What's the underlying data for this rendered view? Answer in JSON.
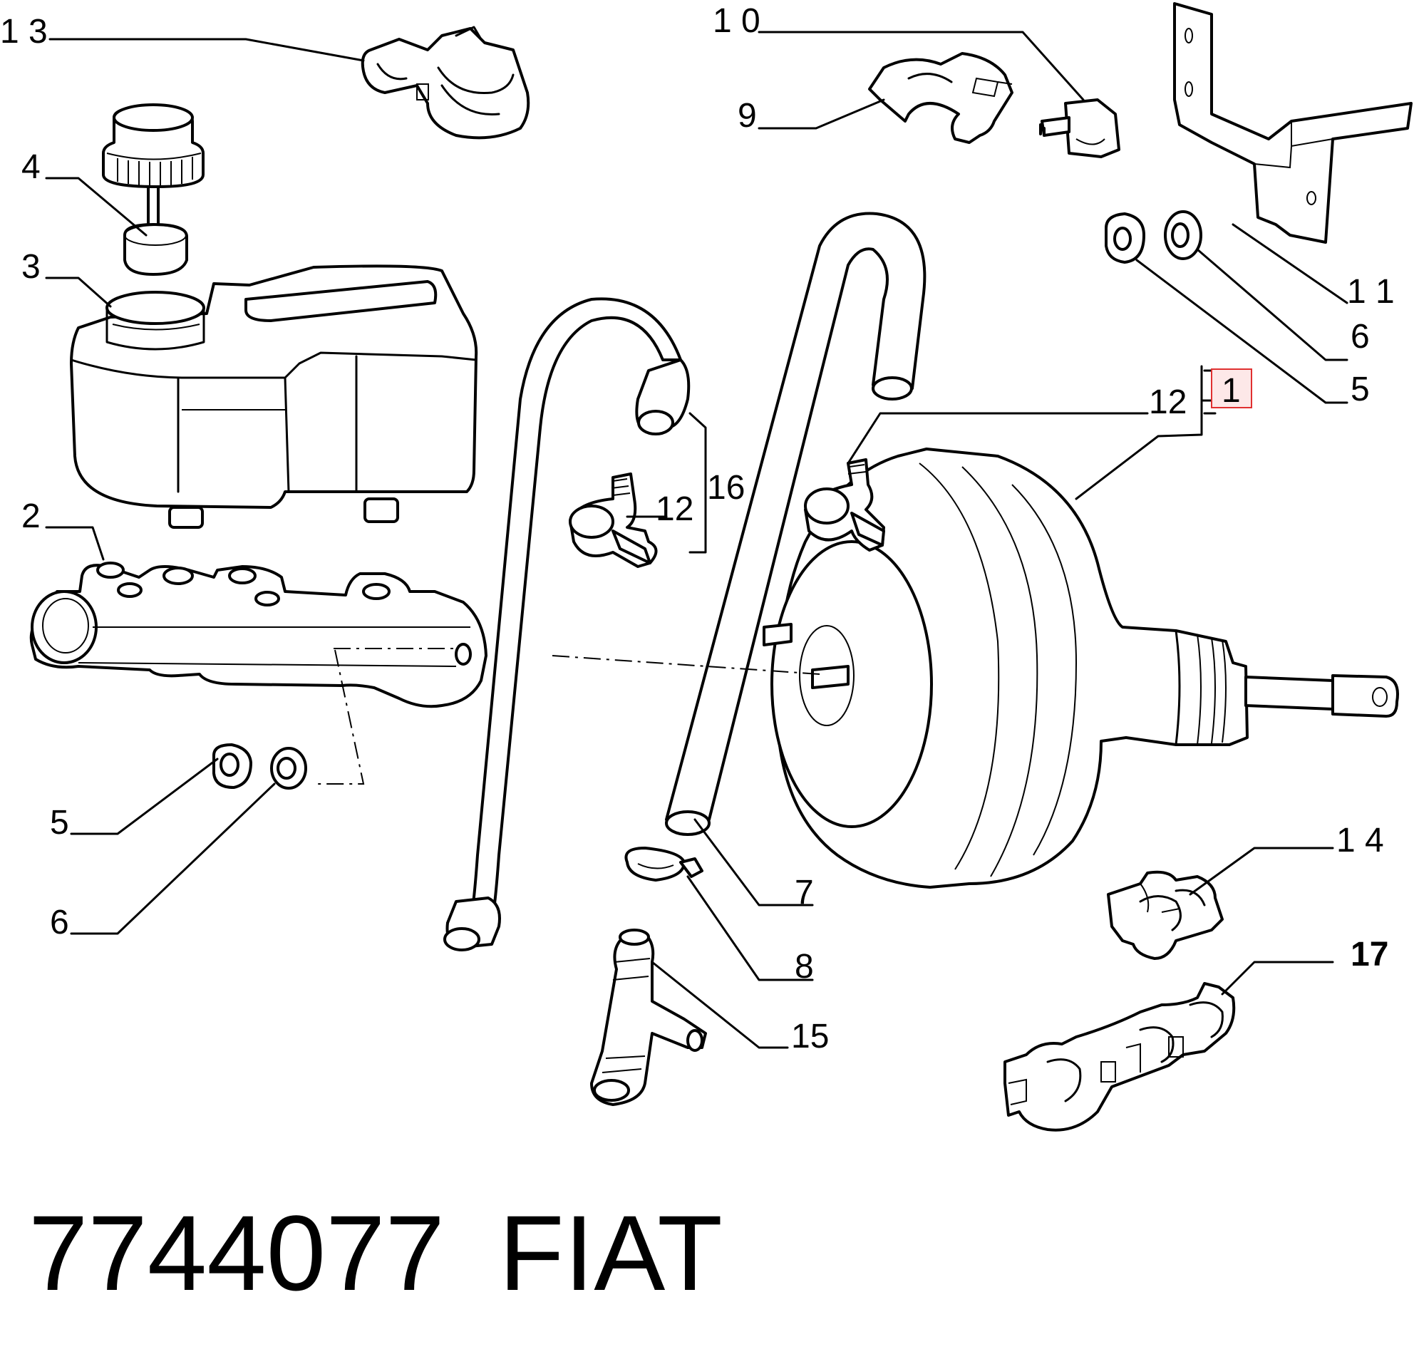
{
  "callouts": {
    "c13": "1 3",
    "c10": "1 0",
    "c9": "9",
    "c4": "4",
    "c3": "3",
    "c11": "1 1",
    "c6_right": "6",
    "c5_right": "5",
    "c1": "1",
    "c12_top": "12",
    "c16": "16",
    "c12_mid": "12",
    "c2": "2",
    "c5_left": "5",
    "c6_left": "6",
    "c7": "7",
    "c14": "1 4",
    "c8": "8",
    "c17": "17",
    "c15": "15"
  },
  "footer": {
    "part_number": "7744077",
    "brand": "FIAT"
  },
  "highlight": {
    "color": "#e03030",
    "fill": "#fde8e8"
  }
}
